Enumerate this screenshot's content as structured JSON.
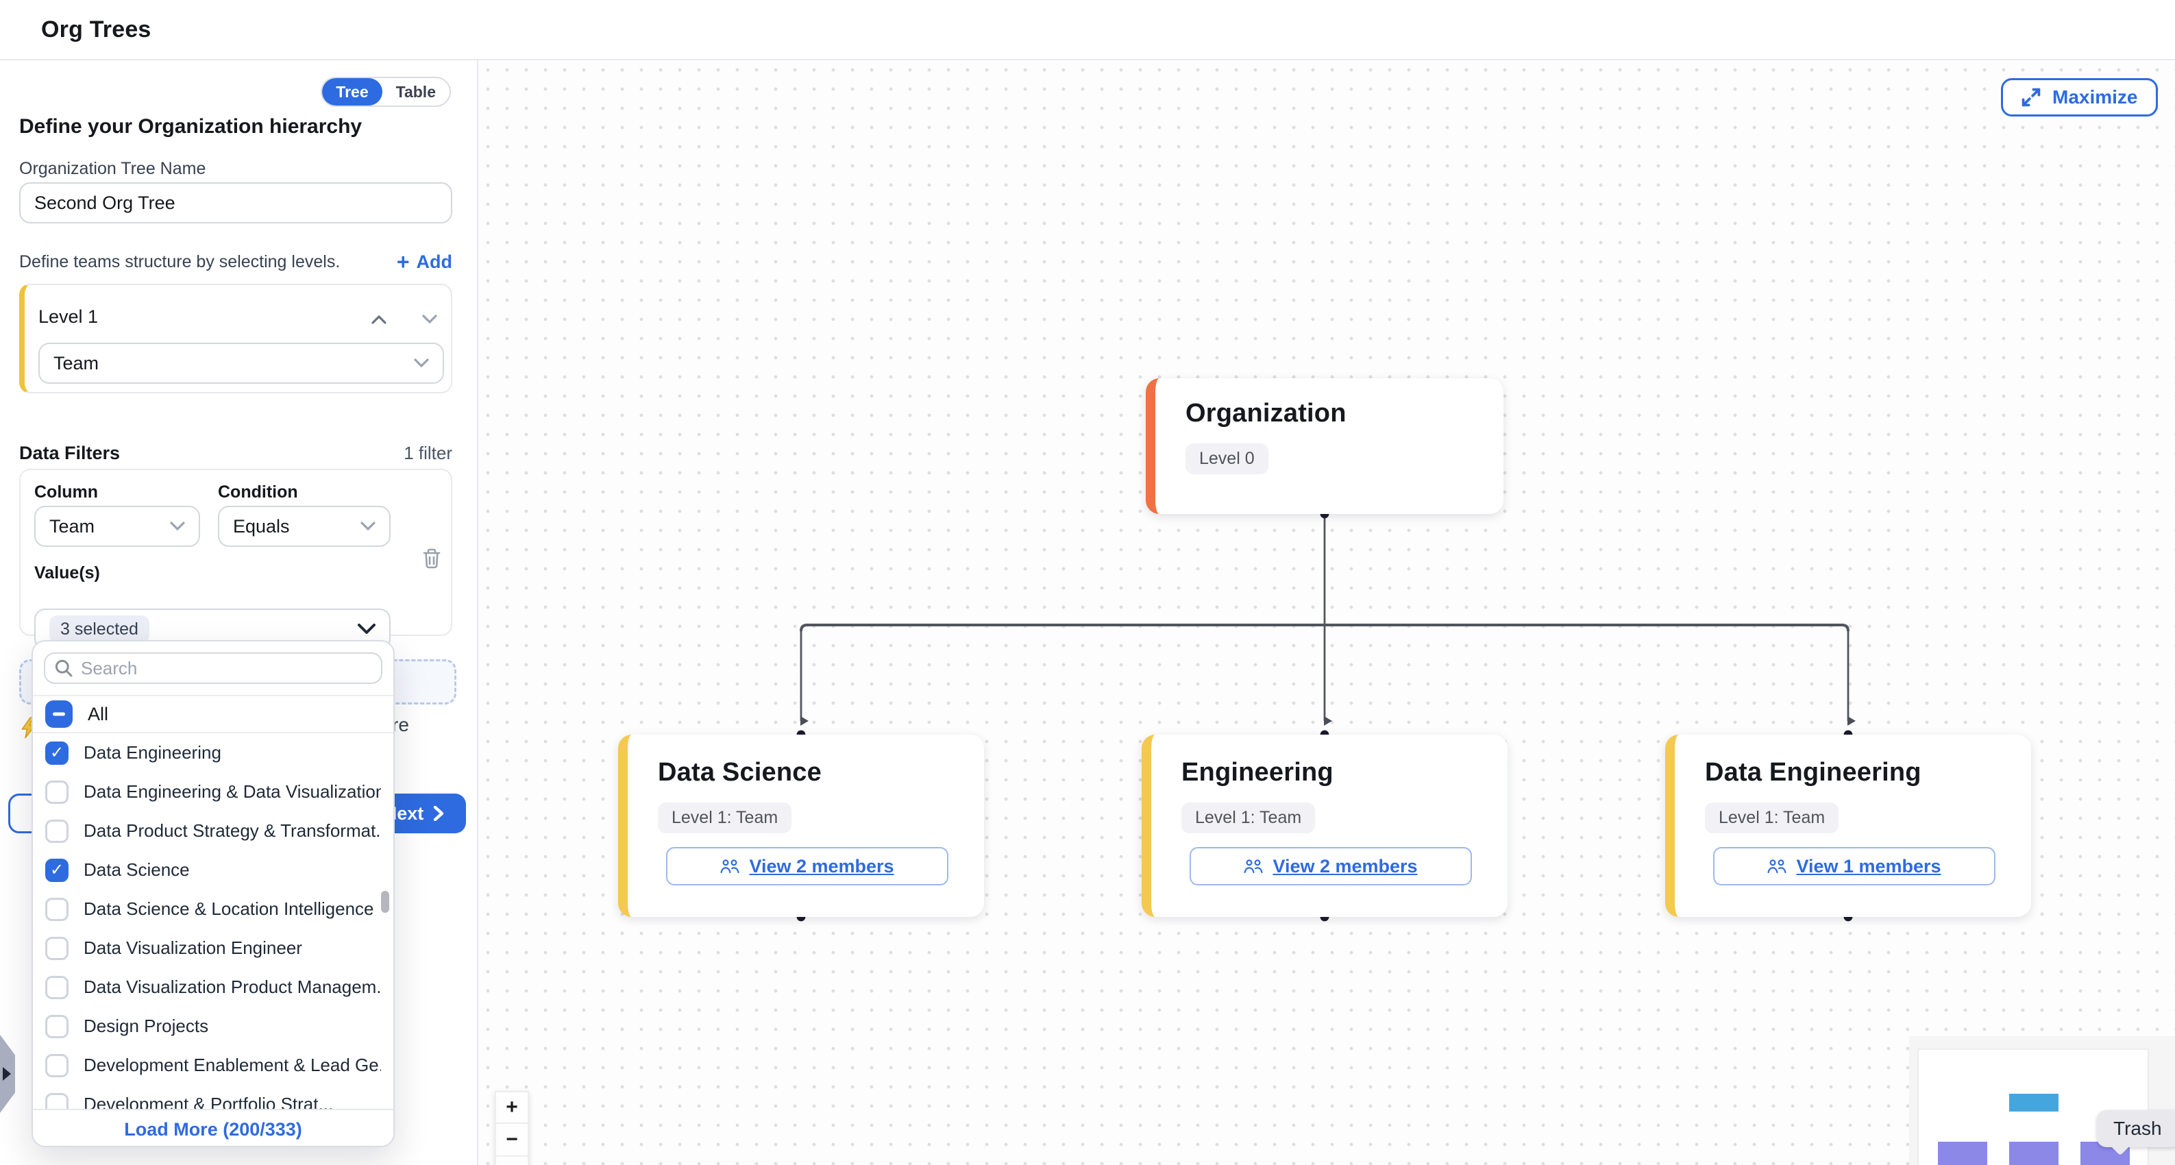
{
  "header": {
    "title": "Org Trees"
  },
  "panel": {
    "view_toggle": {
      "options": [
        "Tree",
        "Table"
      ],
      "active": "Tree"
    },
    "heading": "Define your Organization hierarchy",
    "tree_name": {
      "label": "Organization Tree Name",
      "value": "Second Org Tree"
    },
    "levels": {
      "hint": "Define teams structure by selecting levels.",
      "add_label": "Add",
      "items": [
        {
          "title": "Level 1",
          "value": "Team"
        }
      ]
    },
    "filters": {
      "title": "Data Filters",
      "count_label": "1 filter",
      "column": {
        "label": "Column",
        "value": "Team"
      },
      "condition": {
        "label": "Condition",
        "value": "Equals"
      },
      "values": {
        "label": "Value(s)",
        "value": "3 selected"
      },
      "hint_fragment": "re",
      "next_label": "Next"
    },
    "dropdown": {
      "search_placeholder": "Search",
      "select_all_label": "All",
      "options": [
        {
          "label": "Data Engineering",
          "checked": true
        },
        {
          "label": "Data Engineering & Data Visualization",
          "checked": false
        },
        {
          "label": "Data Product Strategy & Transformat...",
          "checked": false
        },
        {
          "label": "Data Science",
          "checked": true
        },
        {
          "label": "Data Science & Location Intelligence",
          "checked": false
        },
        {
          "label": "Data Visualization Engineer",
          "checked": false
        },
        {
          "label": "Data Visualization Product Managem...",
          "checked": false
        },
        {
          "label": "Design Projects",
          "checked": false
        },
        {
          "label": "Development Enablement & Lead Ge...",
          "checked": false
        },
        {
          "label": "Development & Portfolio Strat...",
          "checked": false
        }
      ],
      "load_more_label": "Load More (200/333)"
    }
  },
  "canvas": {
    "maximize_label": "Maximize",
    "root": {
      "title": "Organization",
      "badge": "Level 0"
    },
    "children": [
      {
        "title": "Data Science",
        "badge": "Level 1: Team",
        "members_label": "View 2 members"
      },
      {
        "title": "Engineering",
        "badge": "Level 1: Team",
        "members_label": "View 2 members"
      },
      {
        "title": "Data Engineering",
        "badge": "Level 1: Team",
        "members_label": "View 1 members"
      }
    ],
    "zoom_controls": {
      "zoom_in": "+",
      "zoom_out": "−"
    },
    "trash_tooltip": "Trash"
  },
  "colors": {
    "accent": "#2e6be0",
    "level_yellow": "#eec33c",
    "node_yellow": "#f5c94e",
    "root_orange": "#ef7242",
    "edge": "#51555e",
    "handle": "#1b1b2e",
    "minimap_blue": "#45a6dd",
    "minimap_purple": "#8b88e8"
  }
}
